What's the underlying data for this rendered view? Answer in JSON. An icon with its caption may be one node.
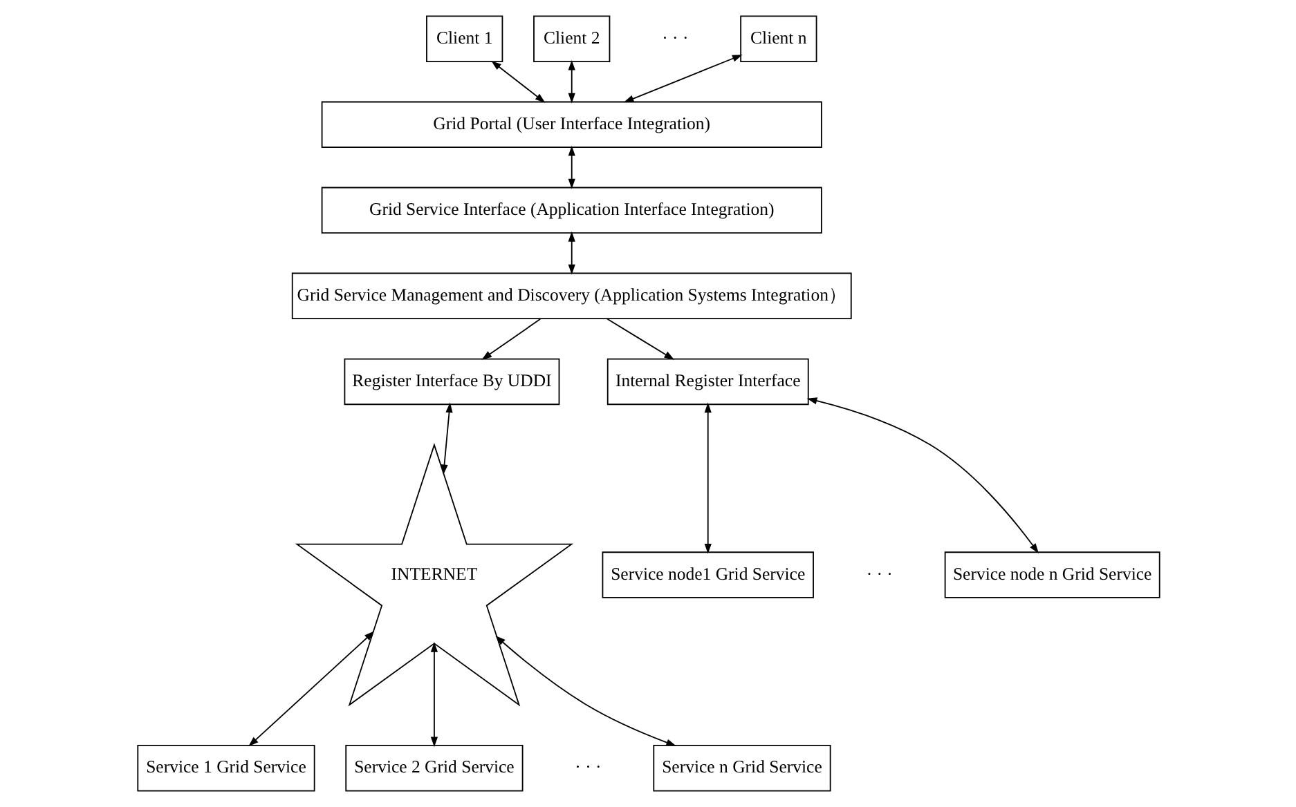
{
  "diagram": {
    "nodes": [
      {
        "text": [
          "Client 1"
        ]
      },
      {
        "text": [
          "Client 2"
        ]
      },
      {
        "text": [
          "Client n"
        ]
      },
      {
        "text": [
          "Grid Portal (User Interface Integration)"
        ]
      },
      {
        "text": [
          "Grid Service Interface (Application Interface Integration)"
        ]
      },
      {
        "text": [
          "Grid Service Management and Discovery (Application Systems Integration）"
        ]
      },
      {
        "text": [
          "Register Interface By UDDI"
        ]
      },
      {
        "text": [
          "Internal Register Interface"
        ]
      },
      {
        "text": [
          "INTERNET"
        ]
      },
      {
        "text": [
          "Service node1 Grid Service"
        ]
      },
      {
        "text": [
          "Service node n Grid Service"
        ]
      },
      {
        "text": [
          "Service 1 Grid Service"
        ]
      },
      {
        "text": [
          "Service 2 Grid Service"
        ]
      },
      {
        "text": [
          "Service n Grid Service"
        ]
      }
    ],
    "edges": [
      {
        "from": 0,
        "to": 3,
        "arrow": "both"
      },
      {
        "from": 1,
        "to": 3,
        "arrow": "both"
      },
      {
        "from": 2,
        "to": 3,
        "arrow": "both"
      },
      {
        "from": 3,
        "to": 4,
        "arrow": "both"
      },
      {
        "from": 4,
        "to": 5,
        "arrow": "both"
      },
      {
        "from": 5,
        "to": 6,
        "arrow": "to"
      },
      {
        "from": 5,
        "to": 7,
        "arrow": "to"
      },
      {
        "from": 6,
        "to": 8,
        "arrow": "both"
      },
      {
        "from": 7,
        "to": 9,
        "arrow": "both"
      },
      {
        "from": 7,
        "to": 10,
        "arrow": "both"
      },
      {
        "from": 8,
        "to": 11,
        "arrow": "both"
      },
      {
        "from": 8,
        "to": 12,
        "arrow": "both"
      },
      {
        "from": 8,
        "to": 13,
        "arrow": "both"
      }
    ],
    "labels": [
      "· · ·",
      "· · ·",
      "· · ·"
    ]
  }
}
